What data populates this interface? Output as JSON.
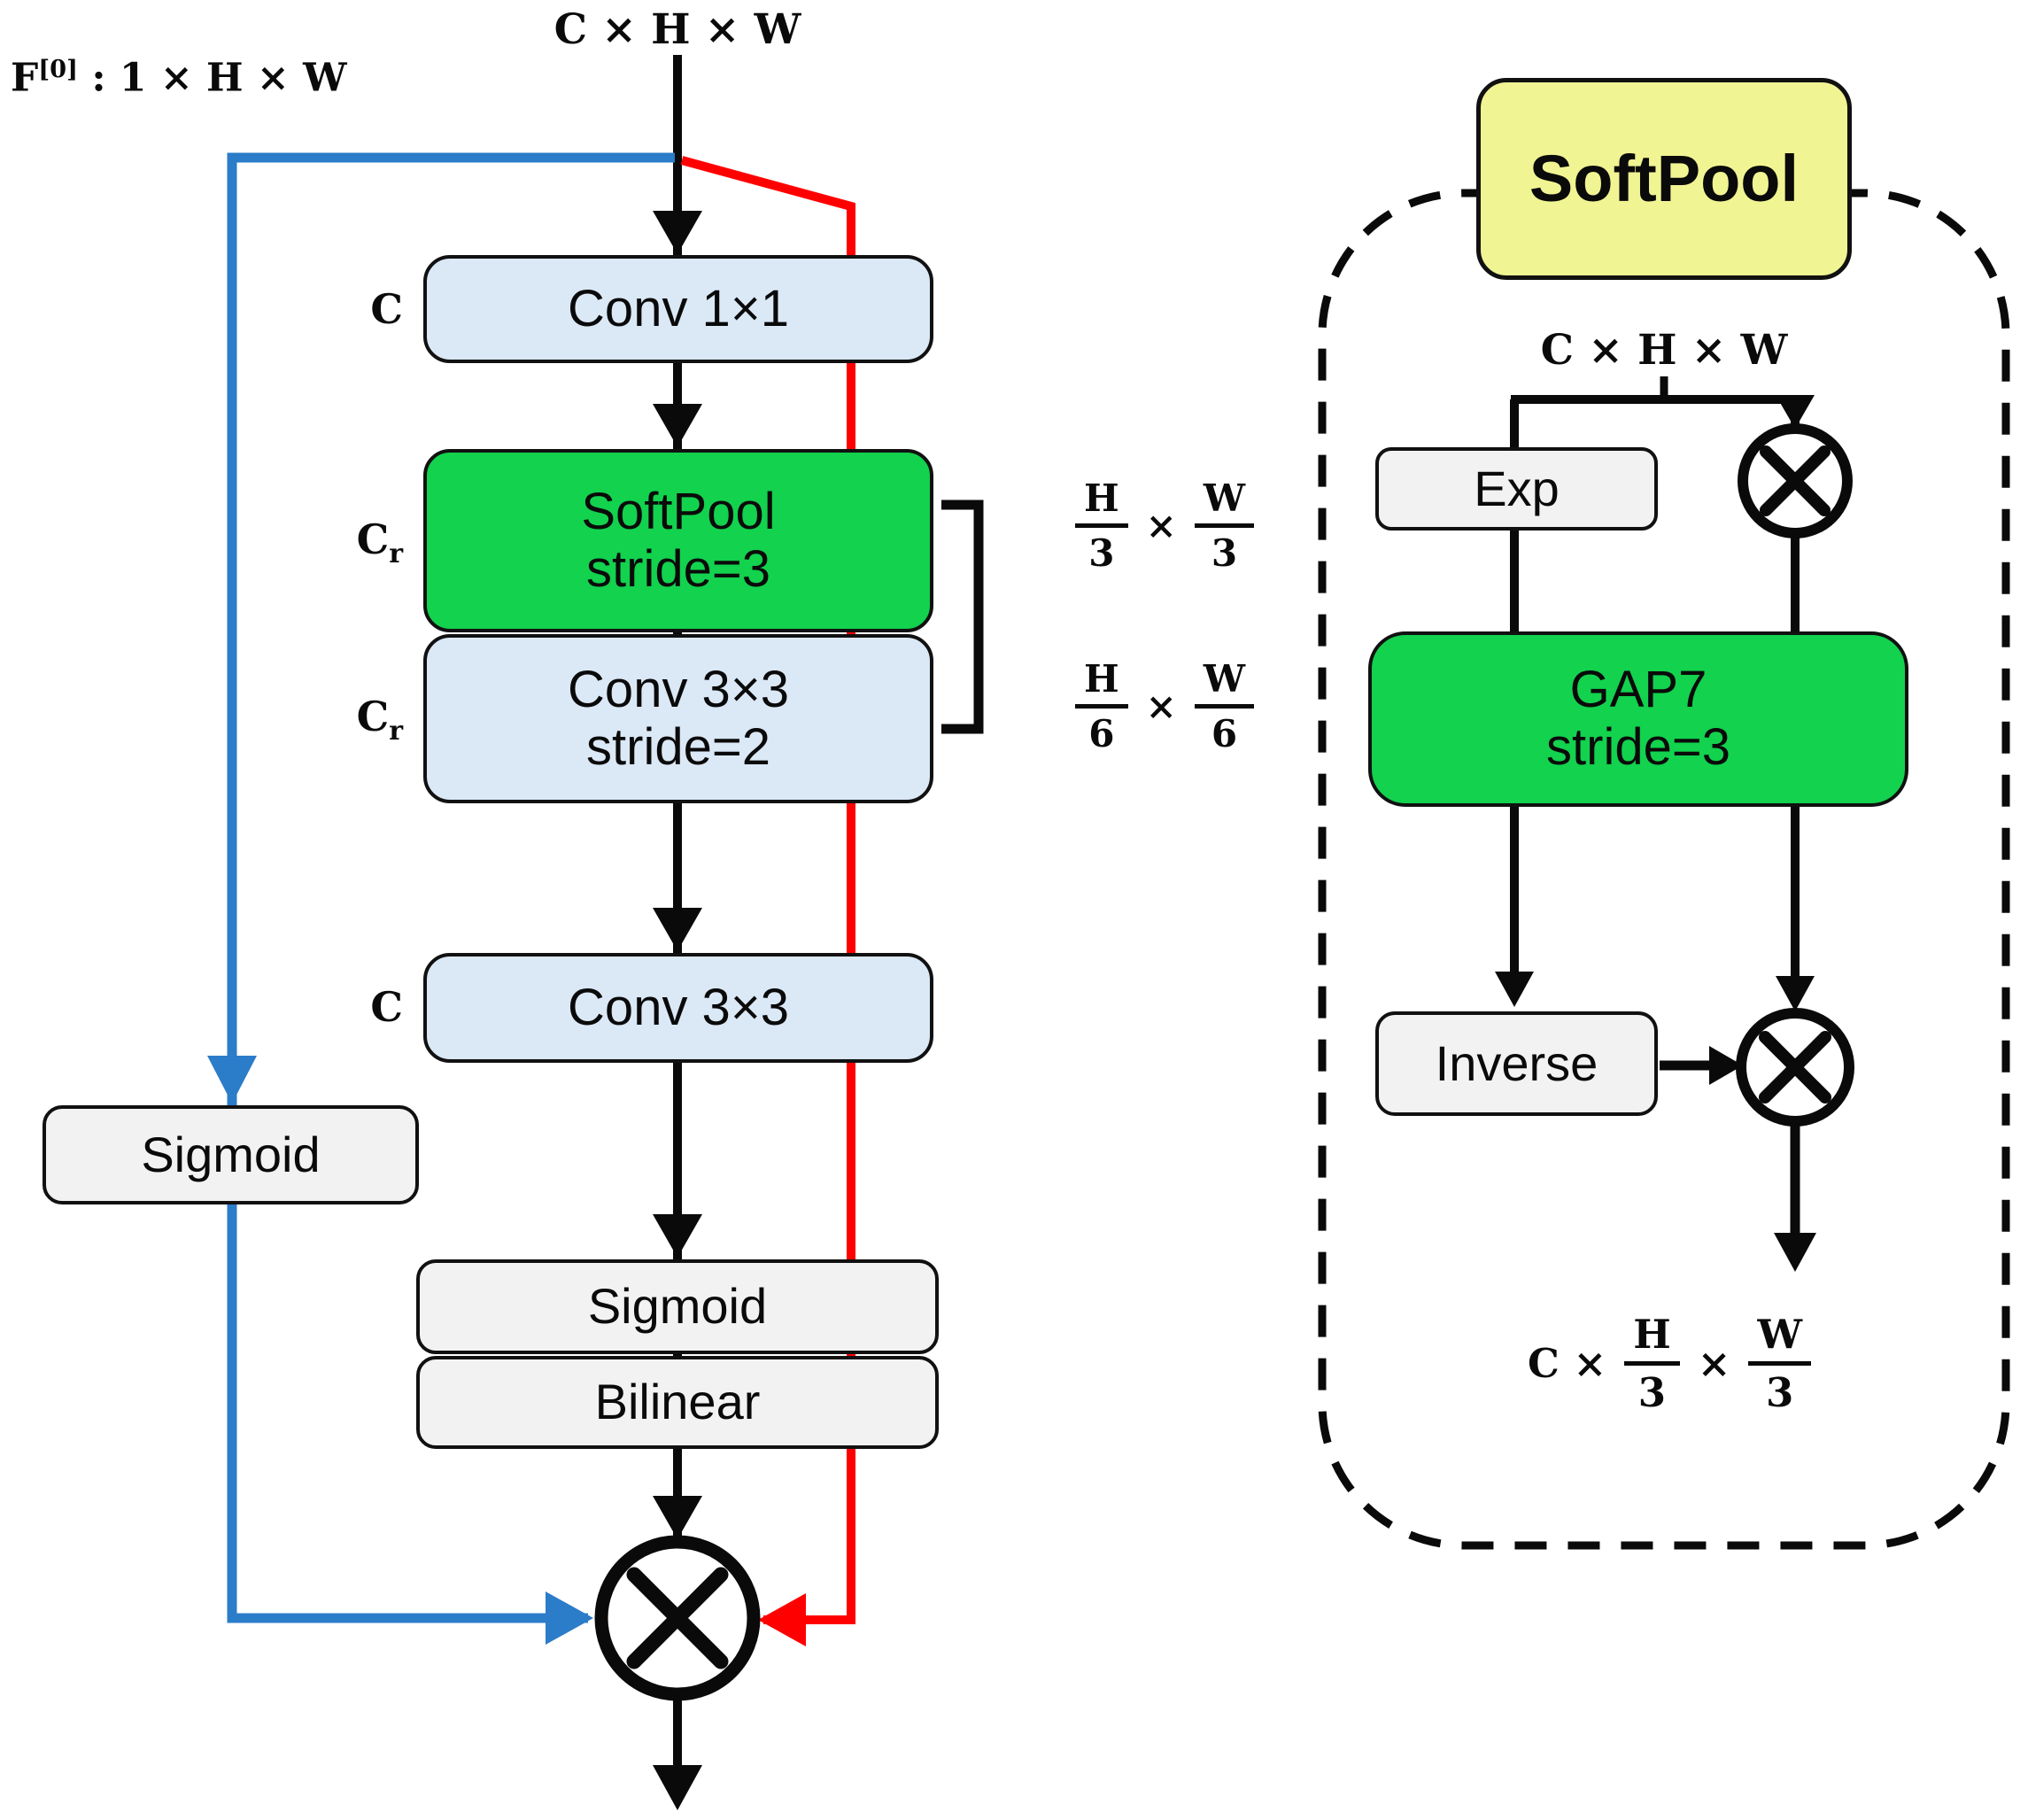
{
  "colors": {
    "block_blue_fill": "#dbe8f6",
    "block_green_fill": "#12d24e",
    "block_gray_fill": "#f2f2f2",
    "title_yellow_fill": "#f1f492",
    "wire_blue": "#2b7cc9",
    "wire_red": "#ff0000",
    "wire_black": "#0a0a0a"
  },
  "left_diagram": {
    "input_label": "C × H × W",
    "skip_label": {
      "base": "F",
      "sup": "[0]",
      "rest": " : 1 × H × W"
    },
    "channels": [
      {
        "base": "C"
      },
      {
        "base": "C",
        "sub": "r"
      },
      {
        "base": "C",
        "sub": "r"
      },
      {
        "base": "C"
      }
    ],
    "blocks": {
      "conv1x1": {
        "label": "Conv 1×1"
      },
      "softpool": {
        "label": "SoftPool",
        "label2": "stride=3"
      },
      "conv3x3s2": {
        "label": "Conv 3×3",
        "label2": "stride=2"
      },
      "conv3x3": {
        "label": "Conv 3×3"
      },
      "sigmoid_main": {
        "label": "Sigmoid"
      },
      "bilinear": {
        "label": "Bilinear"
      },
      "sigmoid_branch": {
        "label": "Sigmoid"
      }
    },
    "frac_top": {
      "num1": "H",
      "den1": "3",
      "times": "×",
      "num2": "W",
      "den2": "3"
    },
    "frac_bottom": {
      "num1": "H",
      "den1": "6",
      "times": "×",
      "num2": "W",
      "den2": "6"
    }
  },
  "right_diagram": {
    "title": "SoftPool",
    "input_label": "C × H × W",
    "exp_label": "Exp",
    "gap_label": "GAP7",
    "gap_label2": "stride=3",
    "inverse_label": "Inverse",
    "output_label": {
      "prefix": "C ×",
      "num1": "H",
      "den1": "3",
      "times": "×",
      "num2": "W",
      "den2": "3"
    }
  }
}
